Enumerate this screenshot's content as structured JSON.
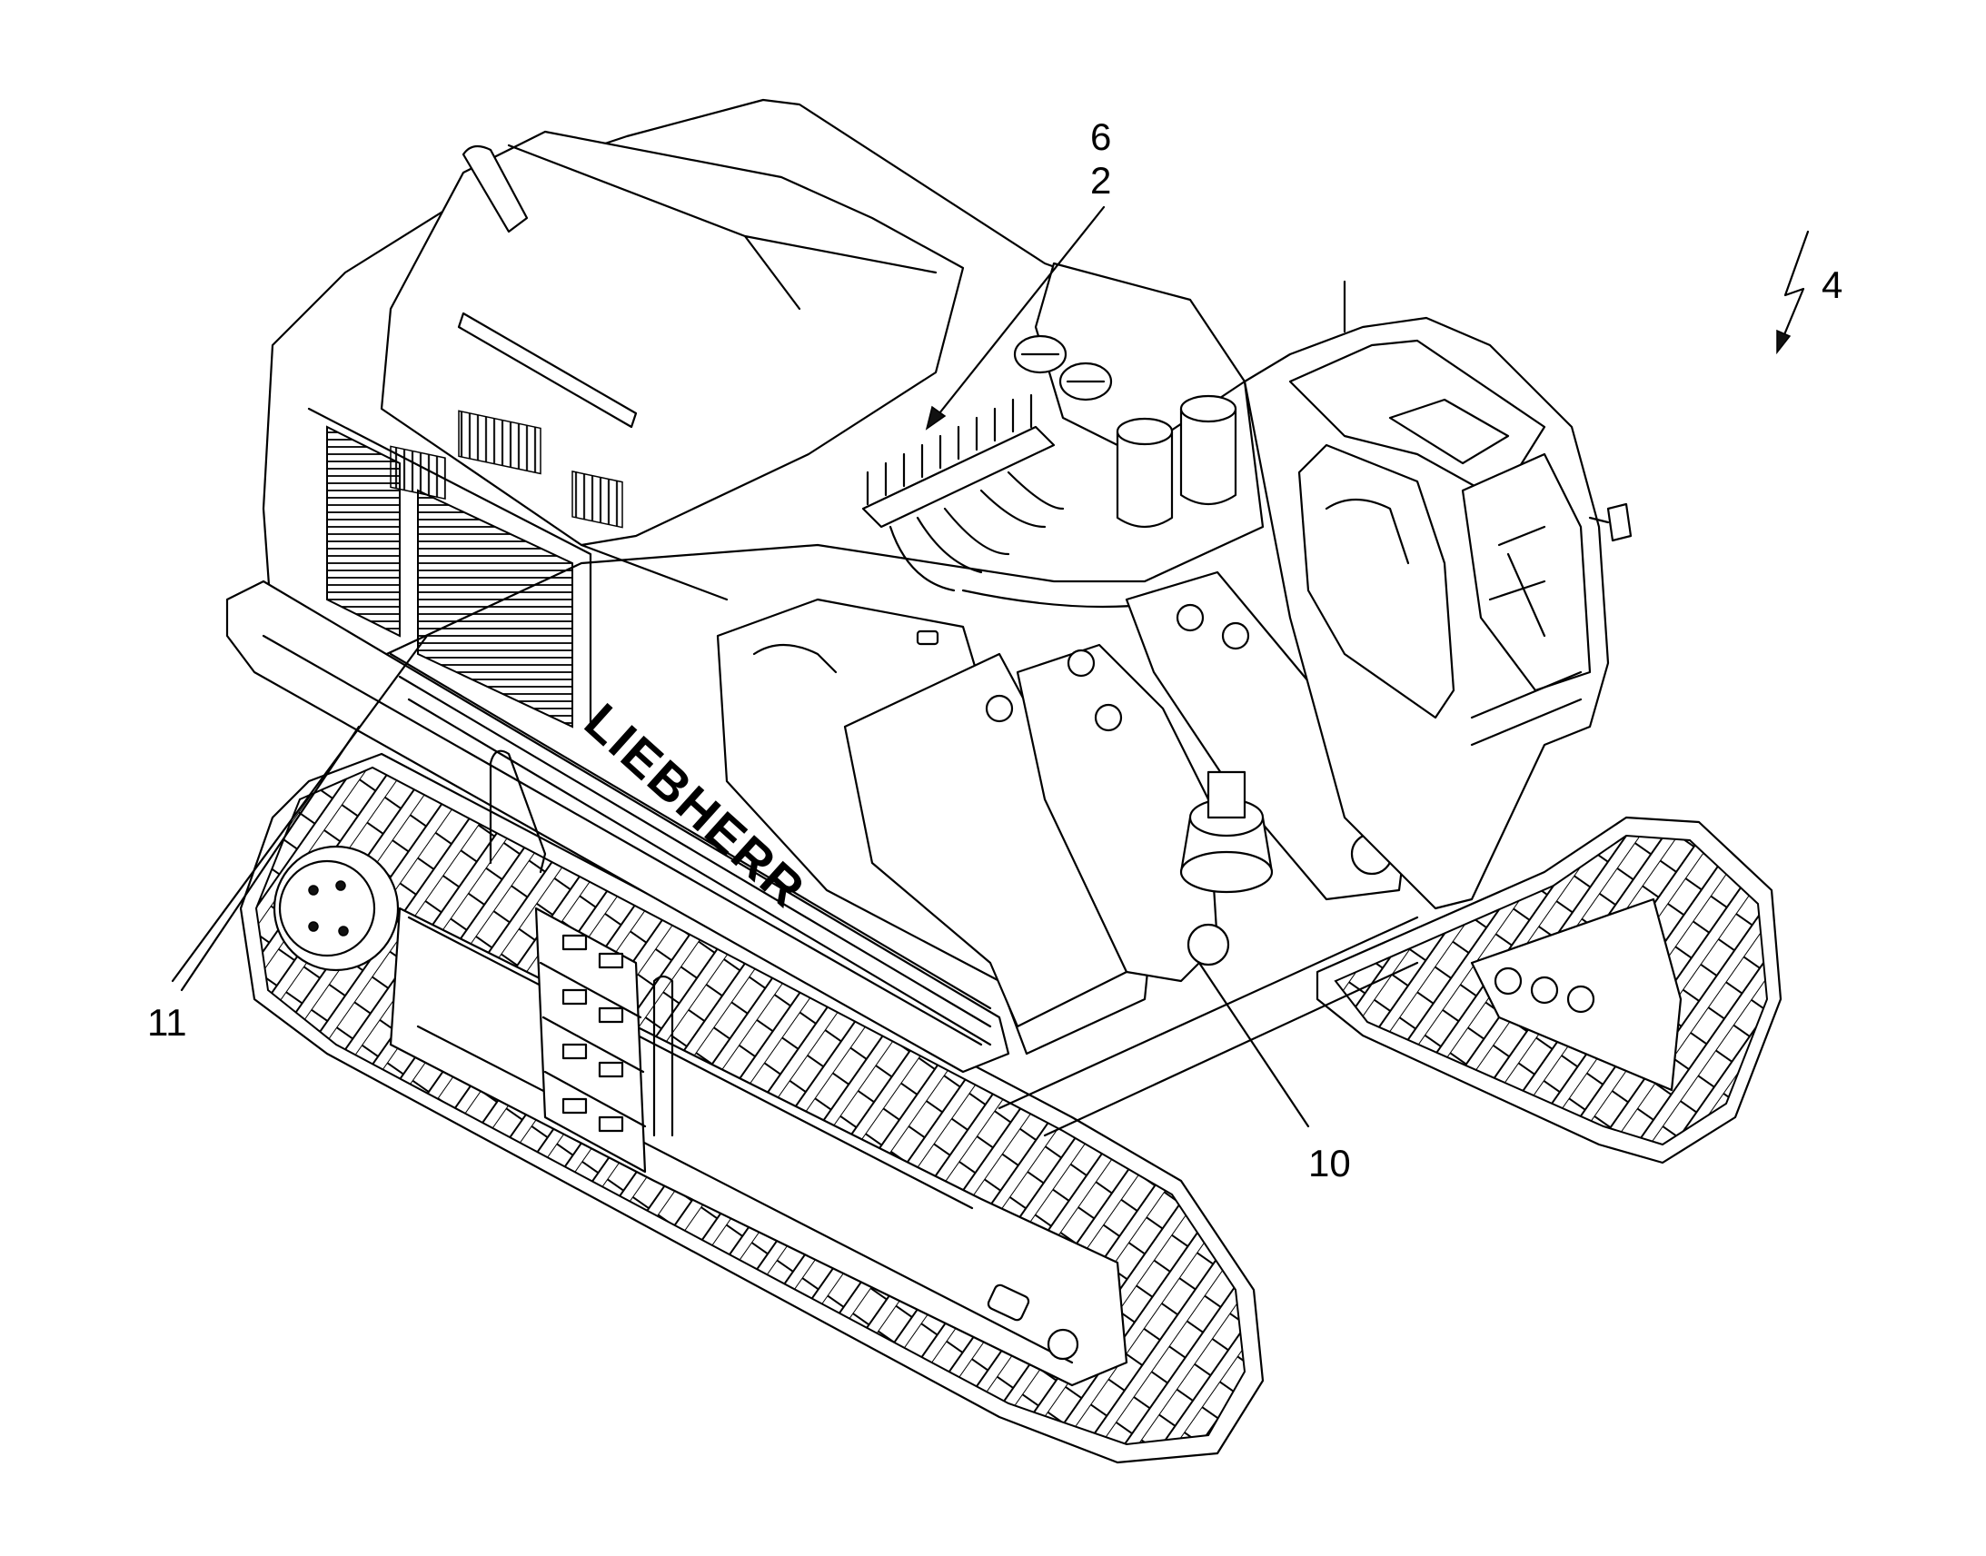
{
  "figure": {
    "brand_lettering": "LIEBHERR",
    "reference_numerals": [
      {
        "id": "ref-6",
        "text": "6"
      },
      {
        "id": "ref-2",
        "text": "2"
      },
      {
        "id": "ref-4",
        "text": "4"
      },
      {
        "id": "ref-11",
        "text": "11"
      },
      {
        "id": "ref-10",
        "text": "10"
      }
    ]
  },
  "colors": {
    "line": "#000000",
    "background": "#ffffff"
  }
}
